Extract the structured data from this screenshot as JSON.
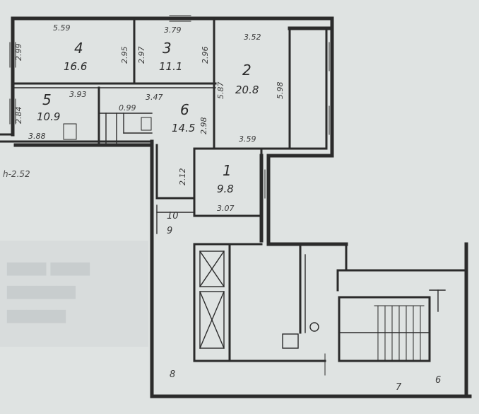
{
  "rooms": [
    {
      "number": "4",
      "area": "16.6"
    },
    {
      "number": "3",
      "area": "11.1"
    },
    {
      "number": "2",
      "area": "20.8"
    },
    {
      "number": "5",
      "area": "10.9"
    },
    {
      "number": "6",
      "area": "14.5"
    },
    {
      "number": "1",
      "area": "9.8"
    }
  ],
  "dimensions": {
    "r4_width": "5.59",
    "r4_left": "2.99",
    "r4_right": "2.95",
    "r3_width": "3.79",
    "r3_left": "2.97",
    "r3_right": "2.96",
    "r2_width": "3.52",
    "r2_left": "5.87",
    "r2_right": "5.98",
    "r2_bottom": "3.59",
    "r5_top": "3.93",
    "r5_left": "2.84",
    "r5_bottom": "3.88",
    "kitchen_small": "0.99",
    "r6_top": "3.47",
    "r6_right": "2.98",
    "r1_left": "2.12",
    "r1_bottom": "3.07"
  },
  "markers": {
    "m10": "10",
    "m9": "9",
    "m8": "8",
    "m7": "7",
    "m6": "6"
  },
  "height_label": "h-2.52"
}
